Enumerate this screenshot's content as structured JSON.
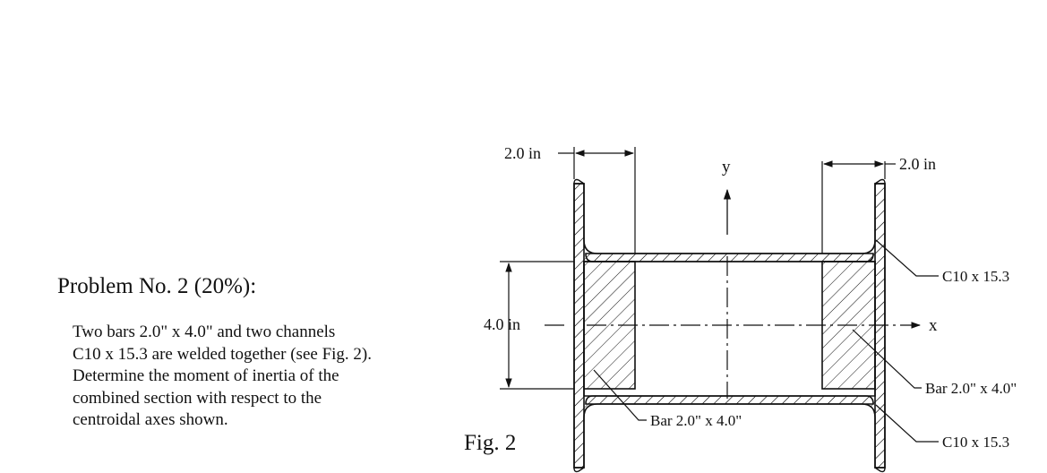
{
  "problem": {
    "title": "Problem No. 2 (20%):",
    "body_lines": [
      "Two bars  2.0\" x 4.0\" and two channels",
      "C10 x 15.3 are welded together (see Fig. 2).",
      "Determine the moment of inertia of the",
      "combined section with respect to the",
      "centroidal axes shown."
    ]
  },
  "figure": {
    "caption": "Fig. 2",
    "dim_left_width": "2.0 in",
    "dim_right_width": "2.0 in",
    "dim_height": "4.0 in",
    "axis_y": "y",
    "axis_x": "x",
    "label_channel_top": "C10 x 15.3",
    "label_channel_bottom": "C10 x 15.3",
    "label_bar_right": "Bar 2.0\" x 4.0\"",
    "label_bar_left": "Bar 2.0\" x 4.0\""
  }
}
